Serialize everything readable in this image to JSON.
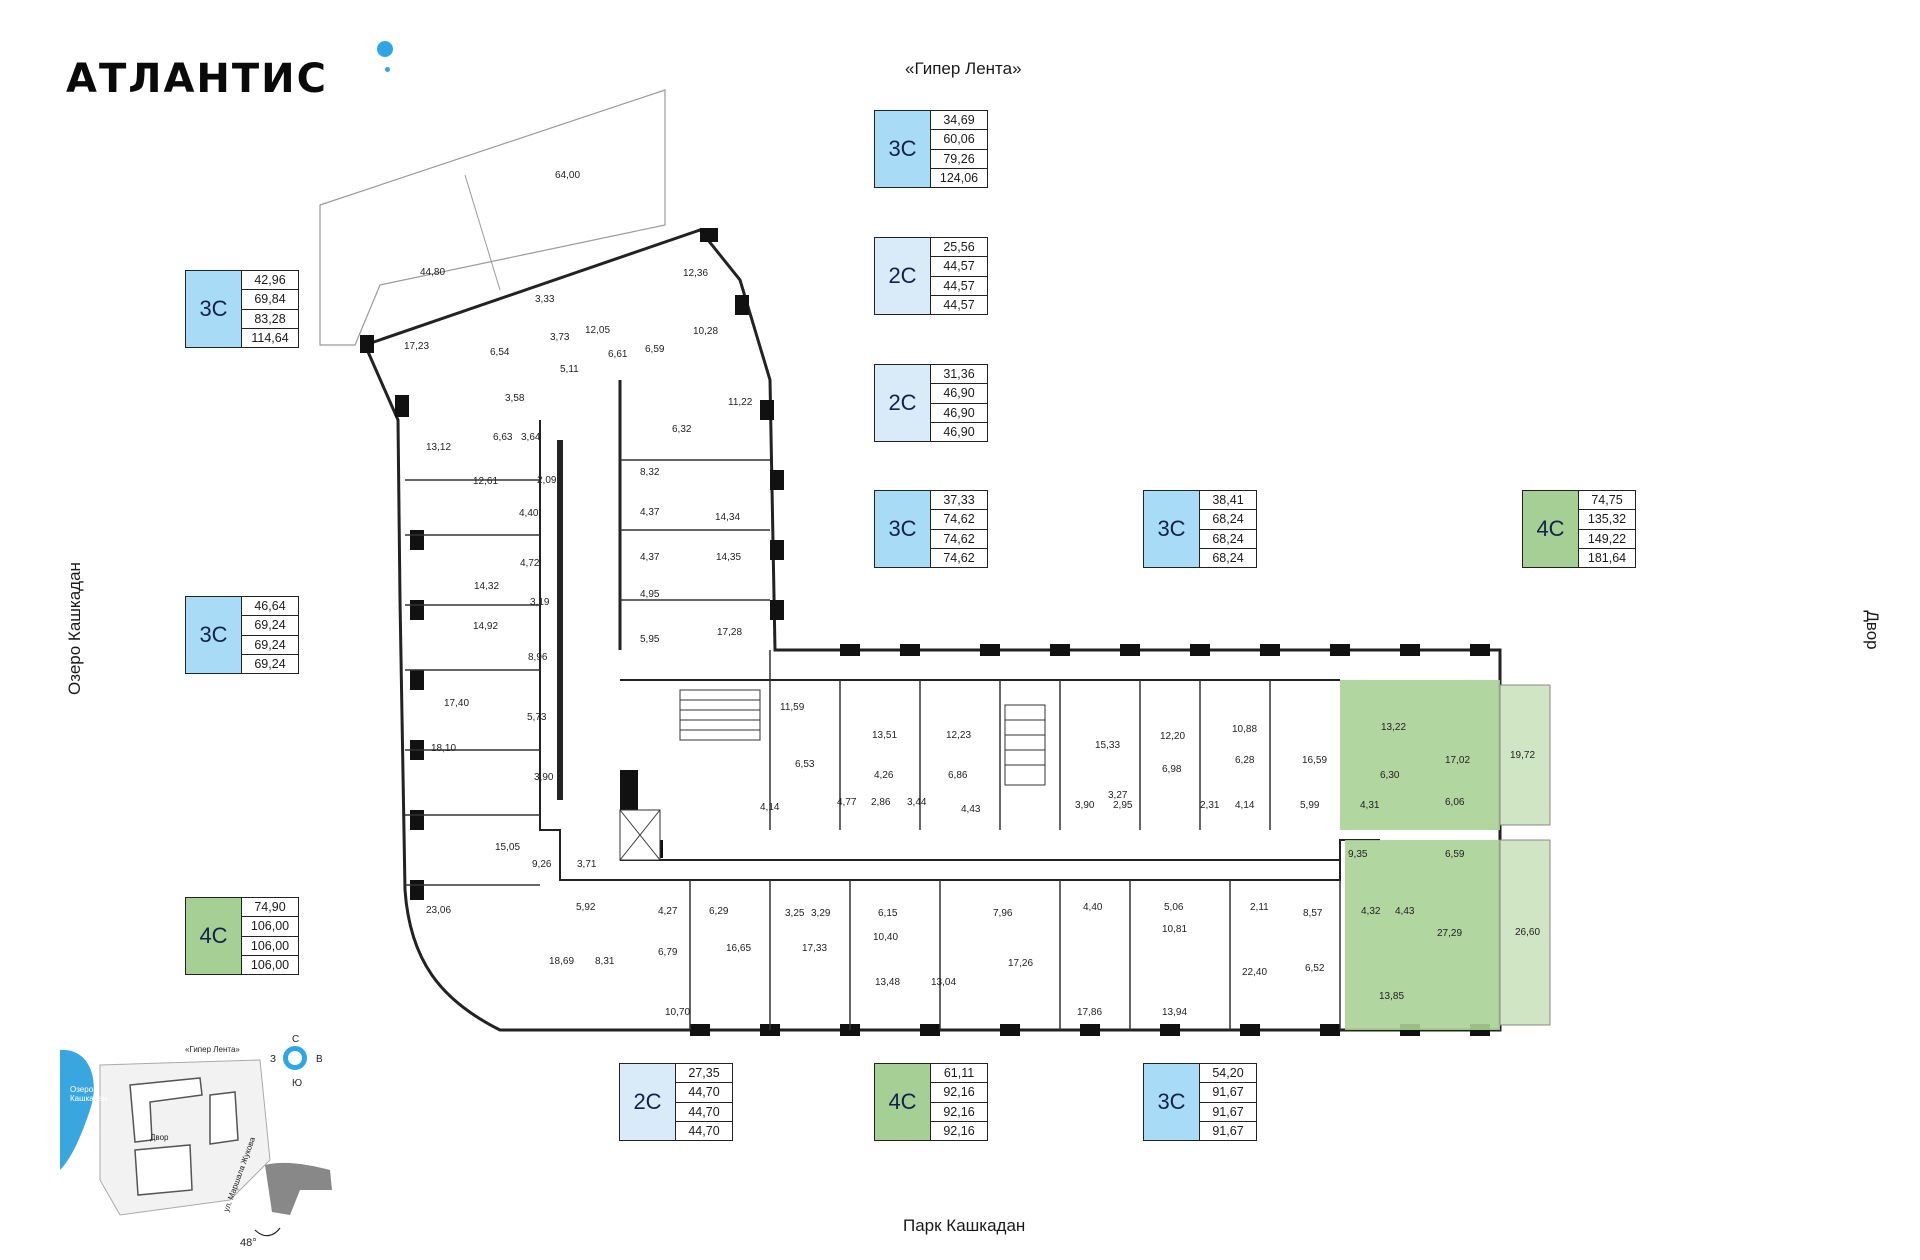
{
  "brand": {
    "name": "АТЛАНТИС",
    "dot_color": "#2ea6e6"
  },
  "directions": {
    "top": "«Гипер Лента»",
    "bottom": "Парк Кашкадан",
    "left": "Озеро Кашкадан",
    "right": "Двор"
  },
  "colors": {
    "type_3C": "#a8dcf6",
    "type_2C": "#d9ebf8",
    "type_4C": "#a6cf95",
    "highlight_apartment": "#a9d196"
  },
  "legends": [
    {
      "type": "3С",
      "values": [
        "42,96",
        "69,84",
        "83,28",
        "114,64"
      ],
      "tone": "blue"
    },
    {
      "type": "3С",
      "values": [
        "46,64",
        "69,24",
        "69,24",
        "69,24"
      ],
      "tone": "blue"
    },
    {
      "type": "4С",
      "values": [
        "74,90",
        "106,00",
        "106,00",
        "106,00"
      ],
      "tone": "green"
    },
    {
      "type": "3С",
      "values": [
        "34,69",
        "60,06",
        "79,26",
        "124,06"
      ],
      "tone": "blue"
    },
    {
      "type": "2С",
      "values": [
        "25,56",
        "44,57",
        "44,57",
        "44,57"
      ],
      "tone": "light"
    },
    {
      "type": "2С",
      "values": [
        "31,36",
        "46,90",
        "46,90",
        "46,90"
      ],
      "tone": "light"
    },
    {
      "type": "3С",
      "values": [
        "37,33",
        "74,62",
        "74,62",
        "74,62"
      ],
      "tone": "blue"
    },
    {
      "type": "3С",
      "values": [
        "38,41",
        "68,24",
        "68,24",
        "68,24"
      ],
      "tone": "blue"
    },
    {
      "type": "4С",
      "values": [
        "74,75",
        "135,32",
        "149,22",
        "181,64"
      ],
      "tone": "green"
    },
    {
      "type": "2С",
      "values": [
        "27,35",
        "44,70",
        "44,70",
        "44,70"
      ],
      "tone": "light"
    },
    {
      "type": "4С",
      "values": [
        "61,11",
        "92,16",
        "92,16",
        "92,16"
      ],
      "tone": "green"
    },
    {
      "type": "3С",
      "values": [
        "54,20",
        "91,67",
        "91,67",
        "91,67"
      ],
      "tone": "blue"
    }
  ],
  "rooms": [
    "64,00",
    "44,80",
    "12,36",
    "3,33",
    "3,73",
    "12,05",
    "10,28",
    "17,23",
    "6,54",
    "6,61",
    "6,59",
    "5,11",
    "3,58",
    "11,22",
    "6,63",
    "3,64",
    "13,12",
    "6,32",
    "12,61",
    "2,09",
    "8,32",
    "4,40",
    "4,37",
    "14,34",
    "4,72",
    "4,37",
    "14,35",
    "14,32",
    "3,19",
    "4,95",
    "14,92",
    "5,95",
    "17,28",
    "8,96",
    "17,40",
    "5,73",
    "11,59",
    "13,51",
    "12,23",
    "15,33",
    "12,20",
    "10,88",
    "16,59",
    "13,22",
    "17,02",
    "19,72",
    "6,53",
    "4,26",
    "6,86",
    "3,27",
    "6,98",
    "6,28",
    "6,30",
    "18,10",
    "3,90",
    "4,14",
    "4,77",
    "2,86",
    "3,44",
    "4,43",
    "3,90",
    "2,95",
    "2,31",
    "4,14",
    "5,99",
    "4,31",
    "6,06",
    "15,05",
    "9,35",
    "6,59",
    "9,26",
    "3,71",
    "5,92",
    "4,27",
    "6,29",
    "3,25",
    "3,29",
    "6,15",
    "4,40",
    "5,06",
    "2,11",
    "4,32",
    "4,43",
    "23,06",
    "10,40",
    "7,96",
    "10,81",
    "8,57",
    "27,29",
    "26,60",
    "18,69",
    "8,31",
    "6,79",
    "16,65",
    "17,33",
    "17,26",
    "22,40",
    "6,52",
    "13,48",
    "13,04",
    "17,86",
    "13,94",
    "13,85",
    "10,70"
  ],
  "minimap": {
    "lake_label": "Озеро Кашкадан",
    "store_label": "«Гипер Лента»",
    "yard_label": "Двор",
    "street_label": "ул. Маршала Жукова",
    "angle": "48°",
    "compass": {
      "n": "С",
      "s": "Ю",
      "w": "З",
      "e": "В"
    }
  }
}
